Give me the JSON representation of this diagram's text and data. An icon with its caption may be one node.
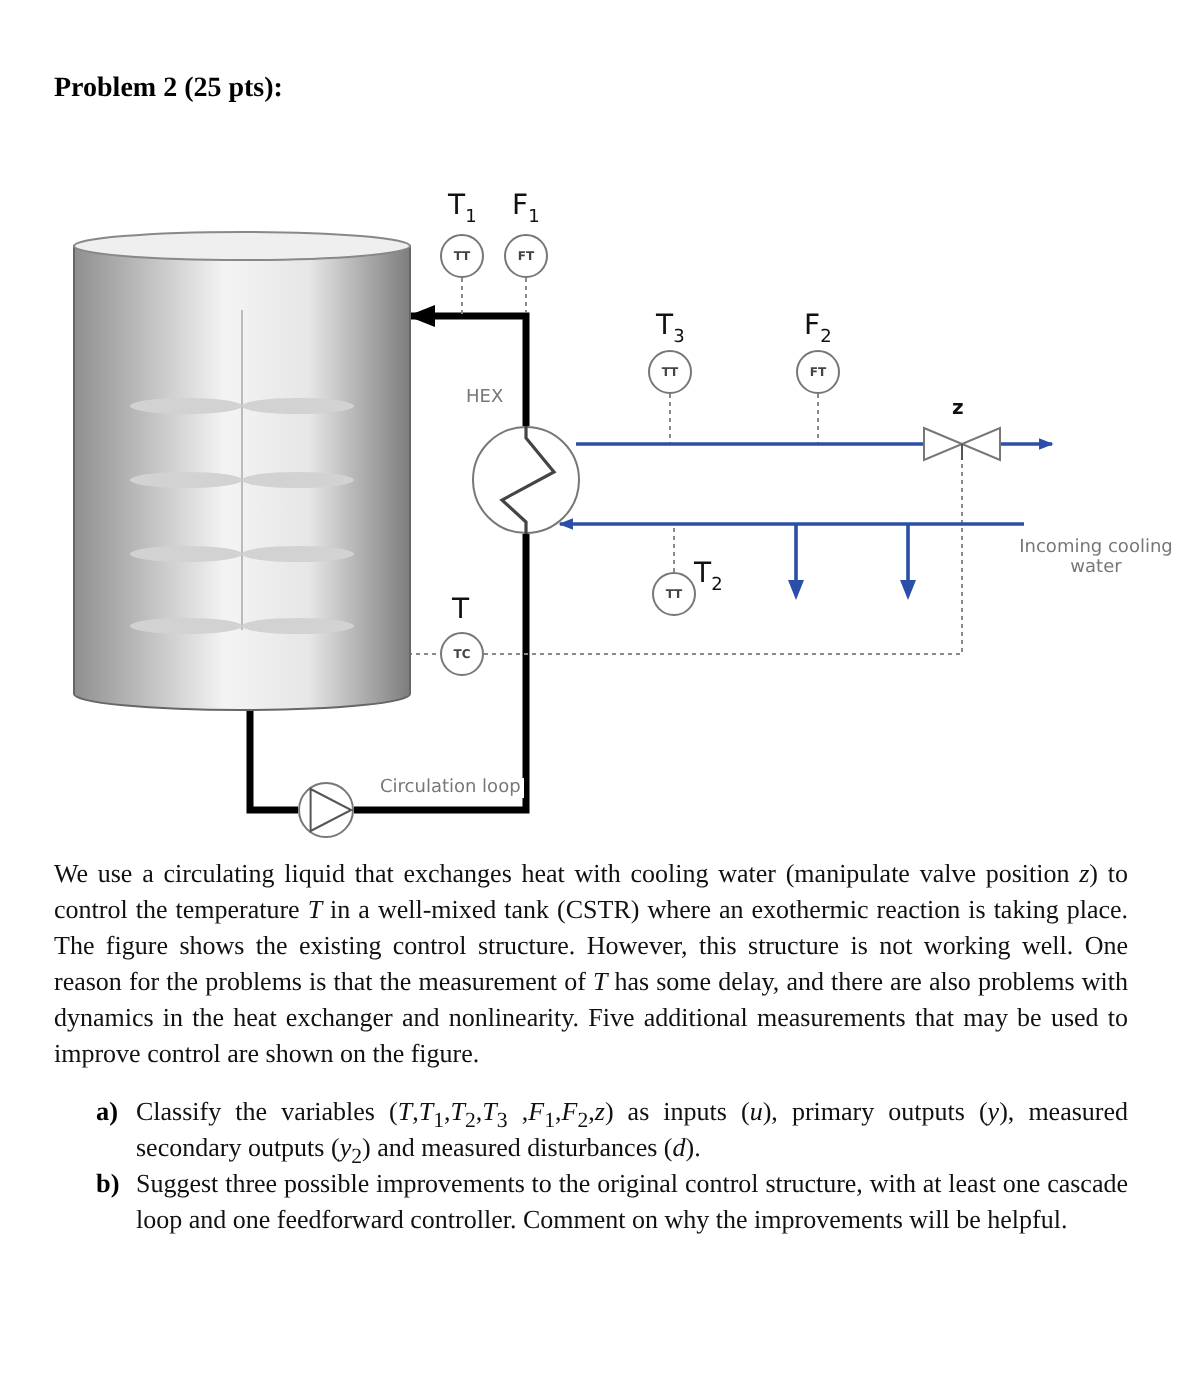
{
  "diagram": {
    "title": "Problem 2 (25 pts):",
    "nodes": [
      {
        "text": [],
        "shape": "cylinder"
      },
      {
        "text": [
          "TT"
        ],
        "beside": [
          "T$_{1}$"
        ]
      },
      {
        "text": [
          "FT"
        ],
        "beside": [
          "F$_{1}$"
        ]
      },
      {
        "text": [],
        "shape": "circle",
        "beside": [
          "HEX"
        ]
      },
      {
        "text": [
          "TT"
        ],
        "beside": [
          "T$_{3}$"
        ]
      },
      {
        "text": [
          "FT"
        ],
        "beside": [
          "F$_{2}$"
        ]
      },
      {
        "text": [],
        "shape": "valve",
        "beside": [
          "z"
        ]
      },
      {
        "text": [
          "TT"
        ],
        "beside": [
          "T$_{2}$"
        ]
      },
      {
        "text": [
          "TC"
        ],
        "beside": [
          "T"
        ]
      },
      {
        "text": [],
        "shape": "circle"
      },
      {
        "text": [
          "Incoming cooling water"
        ]
      }
    ],
    "edges": [
      {
        "from": 0,
        "to": 9,
        "arrow": "none",
        "style": "thick",
        "color": "#000000"
      },
      {
        "from": 9,
        "to": 3,
        "arrow": "none",
        "style": "thick",
        "color": "#000000",
        "label": "Circulation loop"
      },
      {
        "from": 3,
        "to": 0,
        "arrow": "to",
        "style": "thick",
        "color": "#000000"
      },
      {
        "from": 1,
        "to": null,
        "arrow": "none",
        "style": "dashed"
      },
      {
        "from": 2,
        "to": null,
        "arrow": "none",
        "style": "dashed"
      },
      {
        "from": 4,
        "to": null,
        "arrow": "none",
        "style": "dashed"
      },
      {
        "from": 5,
        "to": null,
        "arrow": "none",
        "style": "dashed"
      },
      {
        "from": 7,
        "to": null,
        "arrow": "none",
        "style": "dashed"
      },
      {
        "from": 0,
        "to": 8,
        "arrow": "none",
        "style": "dashed"
      },
      {
        "from": 8,
        "to": 6,
        "arrow": "none",
        "style": "dashed"
      },
      {
        "from": 3,
        "to": 6,
        "arrow": "none",
        "color": "#2b4fa8"
      },
      {
        "from": 6,
        "to": null,
        "arrow": "to",
        "color": "#2b4fa8"
      },
      {
        "from": 10,
        "to": 3,
        "arrow": "to",
        "color": "#2b4fa8"
      }
    ],
    "labels": [
      "We use a circulating liquid that exchanges heat with cooling water (manipulate valve position *z*) to control the temperature *T* in a well-mixed tank (CSTR) where an exothermic reaction is taking place. The figure shows the existing control structure. However, this structure is not working well. One reason for the problems is that the measurement of *T* has some delay, and there are also problems with dynamics in the heat exchanger and nonlinearity. Five additional measurements that may be used to improve control are shown on the figure.",
      "a)",
      "Classify the variables (*T*,*T*$_{1}$,*T*$_{2}$,*T*$_{3}$ ,*F*$_{1}$,*F*$_{2}$,*z*) as inputs (*u*), primary outputs (*y*), measured secondary outputs (*y*$_{2}$) and measured disturbances (*d*).",
      "b)",
      "Suggest three possible improvements to the original control structure, with at least one cascade loop and one feedforward controller. Comment on why the improvements will be helpful."
    ]
  }
}
